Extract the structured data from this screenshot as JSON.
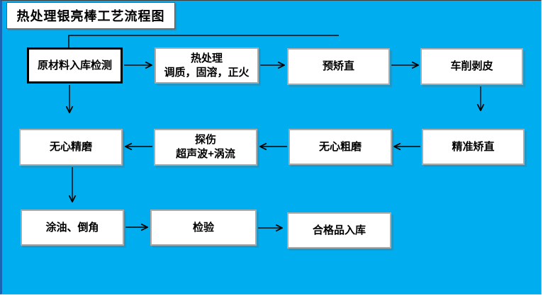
{
  "colors": {
    "slide_background": "#00AEEF",
    "box_fill": "#FFFFFF",
    "box_border": "#ABABAB",
    "emphasis_border": "#000000",
    "text": "#000000",
    "connector": "#000000"
  },
  "title": {
    "text": "热处理银亮棒工艺流程图"
  },
  "nodes": {
    "raw_material": {
      "label": "原材料入库检测"
    },
    "heat_treatment": {
      "line1": "热处理",
      "line2": "调质，固溶，正火"
    },
    "pre_straightening": {
      "label": "预矫直"
    },
    "turning_peeling": {
      "label": "车削剥皮"
    },
    "precise_straightening": {
      "label": "精准矫直"
    },
    "centerless_rough_grinding": {
      "label": "无心粗磨"
    },
    "flaw_detection": {
      "line1": "探伤",
      "line2": "超声波+涡流"
    },
    "centerless_fine_grinding": {
      "label": "无心精磨"
    },
    "oiling_chamfering": {
      "label": "涂油、倒角"
    },
    "inspection": {
      "label": "检验"
    },
    "qualified_storage": {
      "label": "合格品入库"
    }
  },
  "edges": [
    {
      "from": "raw_material",
      "to": "heat_treatment"
    },
    {
      "from": "heat_treatment",
      "to": "pre_straightening"
    },
    {
      "from": "pre_straightening",
      "to": "turning_peeling"
    },
    {
      "from": "turning_peeling",
      "to": "precise_straightening"
    },
    {
      "from": "precise_straightening",
      "to": "centerless_rough_grinding"
    },
    {
      "from": "centerless_rough_grinding",
      "to": "flaw_detection"
    },
    {
      "from": "flaw_detection",
      "to": "centerless_fine_grinding"
    },
    {
      "from": "raw_material",
      "to": "centerless_fine_grinding"
    },
    {
      "from": "centerless_fine_grinding",
      "to": "oiling_chamfering"
    },
    {
      "from": "oiling_chamfering",
      "to": "inspection"
    },
    {
      "from": "inspection",
      "to": "qualified_storage"
    }
  ]
}
